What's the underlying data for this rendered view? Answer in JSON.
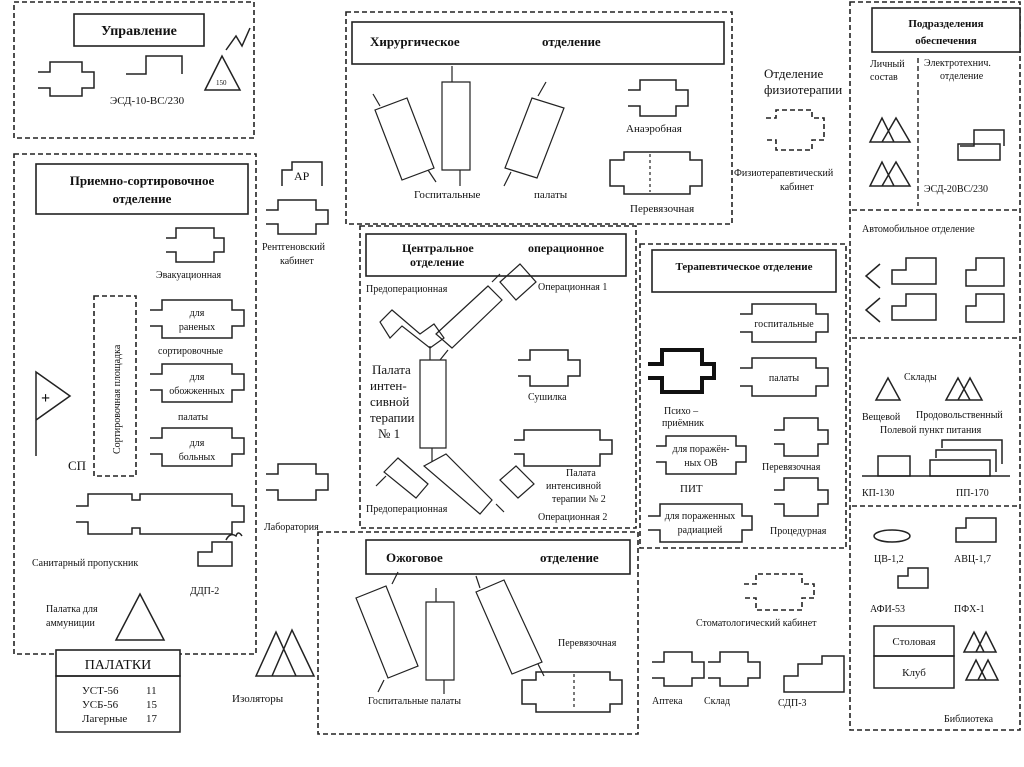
{
  "upravlenie": {
    "title": "Управление",
    "esd": "ЭСД-10-ВС/230",
    "mast_num": "150"
  },
  "surgery": {
    "title_left": "Хирургическое",
    "title_right": "отделение",
    "hosp_a": "Госпитальные",
    "hosp_b": "палаты",
    "anaerob": "Анаэробная",
    "perev": "Перевязочная"
  },
  "physio": {
    "line1": "Отделение",
    "line2": "физиотерапии",
    "cab1": "Физиотерапевтический",
    "cab2": "кабинет"
  },
  "support": {
    "title1": "Подразделения",
    "title2": "обеспечения",
    "lich1": "Личный",
    "lich2": "состав",
    "elec1": "Электротехнич.",
    "elec2": "отделение",
    "esd20": "ЭСД-20ВС/230",
    "auto": "Автомобильное отделение",
    "sklady": "Склады",
    "veshch": "Вещевой",
    "prod": "Продовольственный",
    "polevoi": "Полевой пункт питания",
    "kp": "КП-130",
    "pp": "ПП-170",
    "cv": "ЦВ-1,2",
    "avc": "АВЦ-1,7",
    "afi": "АФИ-53",
    "pfx": "ПФХ-1",
    "stolovaya": "Столовая",
    "klub": "Клуб",
    "biblio": "Библиотека"
  },
  "priem": {
    "title1": "Приемно-сортировочное",
    "title2": "отделение",
    "evak": "Эвакуационная",
    "sort_area": "Сортировочная площадка",
    "ranen1": "для",
    "ranen2": "раненых",
    "sort": "сортировочные",
    "obozh1": "для",
    "obozh2": "обожженных",
    "palaty": "палаты",
    "boln1": "для",
    "boln2": "больных",
    "sp": "СП",
    "plus": "+",
    "sanit": "Санитарный пропускник",
    "ddp": "ДДП-2",
    "amm1": "Палатка для",
    "amm2": "аммуниции"
  },
  "tents": {
    "title": "ПАЛАТКИ",
    "rows": [
      {
        "name": "УСТ-56",
        "count": "11"
      },
      {
        "name": "УСБ-56",
        "count": "15"
      },
      {
        "name": "Лагерные",
        "count": "17"
      }
    ]
  },
  "xray": {
    "ap": "АР",
    "l1": "Рентгеновский",
    "l2": "кабинет",
    "lab": "Лаборатория",
    "isol": "Изоляторы"
  },
  "central": {
    "t1": "Центральное",
    "t2": "отделение",
    "t3": "операционное",
    "preop": "Предоперационная",
    "op1": "Операционная 1",
    "int1": [
      "Палата",
      "интен-",
      "сивной",
      "терапии",
      "№ 1"
    ],
    "sushilka": "Сушилка",
    "int2": [
      "Палата",
      "интенсивной",
      "терапии № 2"
    ],
    "preop2": "Предоперационная",
    "op2": "Операционная 2"
  },
  "therapy": {
    "title": "Терапевтическое отделение",
    "hosp": "госпитальные",
    "palaty": "палаты",
    "psy1": "Психо –",
    "psy2": "приёмник",
    "ov1": "для поражён-",
    "ov2": "ных ОВ",
    "perev": "Перевязочная",
    "pit": "ПИТ",
    "rad1": "для пораженных",
    "rad2": "радиацией",
    "proc": "Процедурная"
  },
  "burn": {
    "left": "Ожоговое",
    "right": "отделение",
    "perev": "Перевязочная",
    "hosp": "Госпитальные палаты"
  },
  "bottom": {
    "stom": "Стоматологический кабинет",
    "apteka": "Аптека",
    "sklad": "Склад",
    "sdp": "СДП-3"
  }
}
